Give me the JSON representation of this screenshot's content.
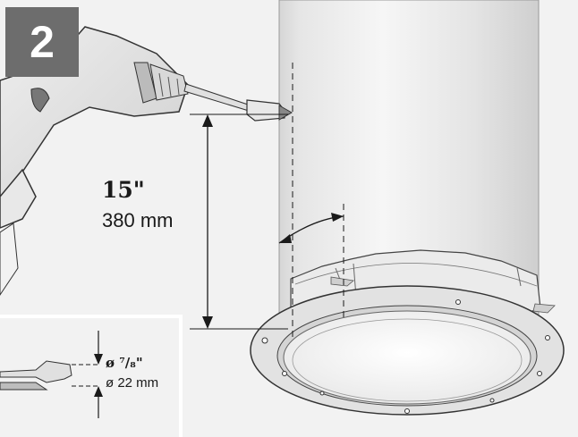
{
  "step": {
    "number": "2"
  },
  "drill_height": {
    "imperial": "15\"",
    "metric": "380 mm"
  },
  "hole_diameter": {
    "imperial": "ø ⁷/₈\"",
    "metric": "ø 22 mm"
  },
  "colors": {
    "badge": "#6d6d6d",
    "background": "#f2f2f2",
    "line": "#1a1a1a"
  }
}
